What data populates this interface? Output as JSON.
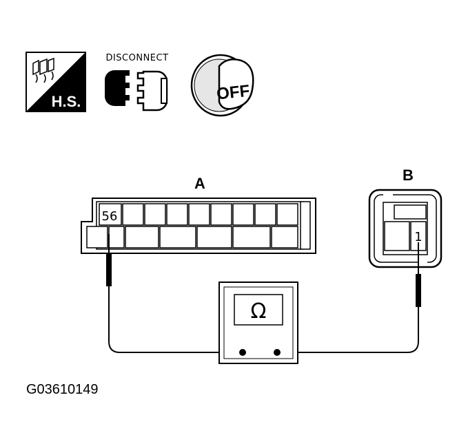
{
  "icons": {
    "harness_symbol": {
      "text": "H.S."
    },
    "disconnect": {
      "caption": "DISCONNECT"
    },
    "ignition_key": {
      "text": "OFF"
    }
  },
  "connector_a": {
    "label": "A",
    "terminal": "56"
  },
  "connector_b": {
    "label": "B",
    "terminal": "1"
  },
  "ohmmeter": {
    "symbol": "Ω"
  },
  "figure_code": "G03610149"
}
